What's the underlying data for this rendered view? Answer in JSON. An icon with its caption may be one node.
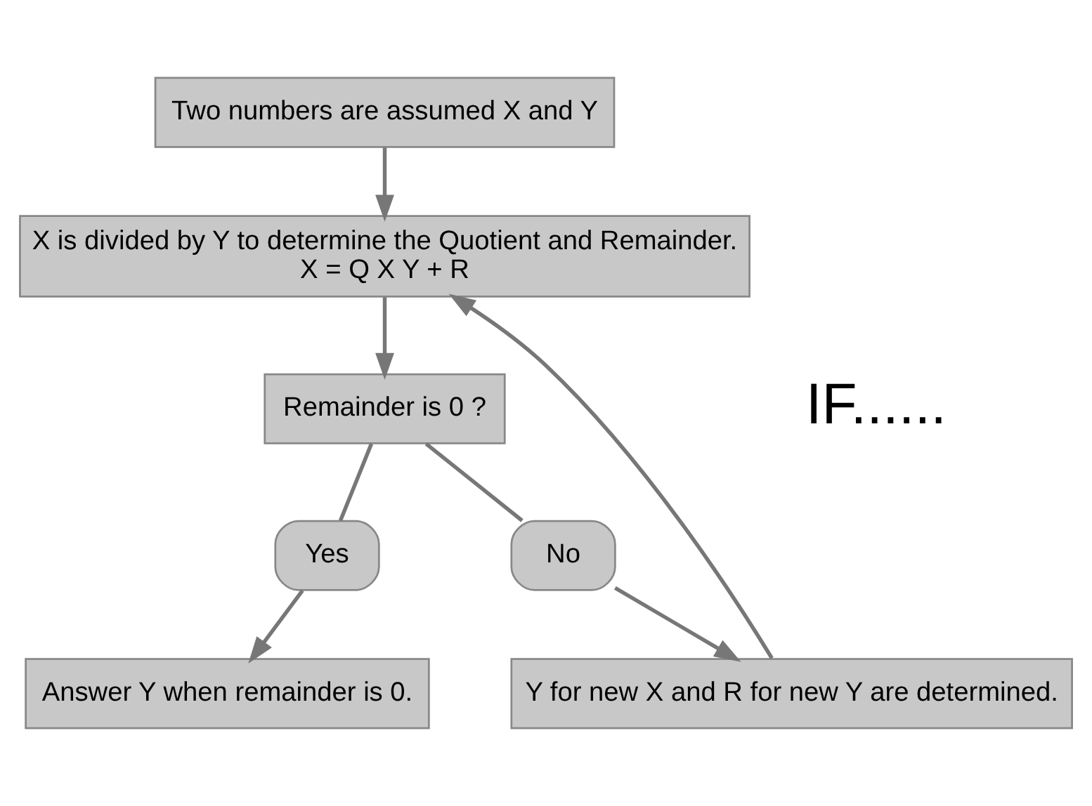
{
  "diagram": {
    "nodes": [
      {
        "text": [
          "Two numbers are assumed X and Y"
        ]
      },
      {
        "text": [
          "X is divided by Y to determine the Quotient and Remainder.",
          "X = Q X Y + R"
        ]
      },
      {
        "text": [
          "Remainder is 0 ?"
        ]
      },
      {
        "text": [
          "Yes"
        ]
      },
      {
        "text": [
          "No"
        ]
      },
      {
        "text": [
          "Answer Y when remainder is 0."
        ]
      },
      {
        "text": [
          "Y for new X and R for new Y are determined."
        ]
      }
    ],
    "edges": [
      {
        "from": 0,
        "to": 1,
        "arrow": "to"
      },
      {
        "from": 1,
        "to": 2,
        "arrow": "to"
      },
      {
        "from": 2,
        "to": 3,
        "arrow": "none"
      },
      {
        "from": 2,
        "to": 4,
        "arrow": "none"
      },
      {
        "from": 3,
        "to": 5,
        "arrow": "to"
      },
      {
        "from": 4,
        "to": 6,
        "arrow": "to"
      },
      {
        "from": 6,
        "to": 1,
        "arrow": "to"
      }
    ],
    "labels": [
      "IF......"
    ]
  }
}
